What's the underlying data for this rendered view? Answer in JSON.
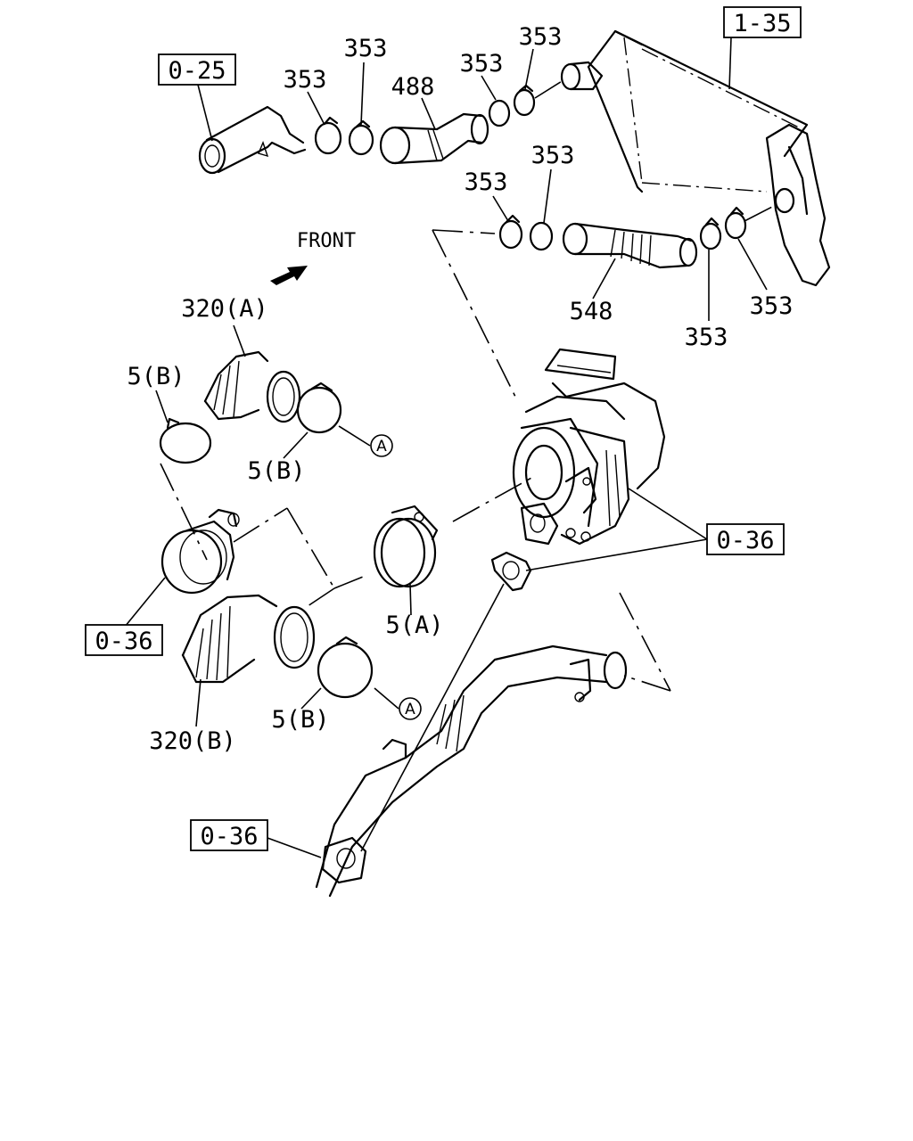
{
  "diagram": {
    "front_label": "FRONT",
    "callouts": {
      "ref_0_25": "0-25",
      "ref_1_35": "1-35",
      "ref_0_36_turbo": "0-36",
      "ref_0_36_left": "0-36",
      "ref_0_36_bottom": "0-36",
      "p353_a": "353",
      "p353_b": "353",
      "p353_c": "353",
      "p353_d": "353",
      "p353_e": "353",
      "p353_f": "353",
      "p353_g": "353",
      "p353_h": "353",
      "p488": "488",
      "p548": "548",
      "p320a": "320(A)",
      "p320b": "320(B)",
      "p5b_a": "5(B)",
      "p5b_b": "5(B)",
      "p5b_c": "5(B)",
      "p5a": "5(A)",
      "mark_a1": "A",
      "mark_a2": "A"
    }
  }
}
